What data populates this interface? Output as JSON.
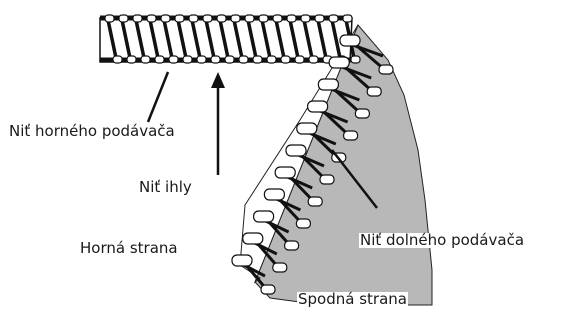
{
  "labels": {
    "upper_looper_thread": "Niť horného podávača",
    "needle_thread": "Niť ihly",
    "top_side": "Horná strana",
    "lower_looper_thread": "Niť dolného podávača",
    "bottom_side": "Spodná strana"
  },
  "colors": {
    "fabric_top": "#ffffff",
    "fabric_bottom": "#b8b8b8",
    "stitch_outline": "#111111",
    "stitch_fill": "#ffffff",
    "text": "#1a1a1a"
  }
}
